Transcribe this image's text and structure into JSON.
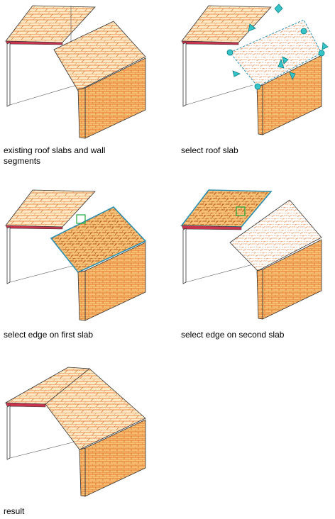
{
  "captions": {
    "step1": "existing roof slabs and wall segments",
    "step2": "select roof slab",
    "step3": "select edge on first slab",
    "step4": "select edge on second slab",
    "step5": "result"
  },
  "colors": {
    "brick_fill": "#f7bf73",
    "brick_line": "#e0671c",
    "roof_fill": "#fde8c4",
    "outline": "#333333",
    "selected_line": "#2c8fb0",
    "grip": "#35c5c8",
    "edge_marker": "#1aa63a"
  }
}
